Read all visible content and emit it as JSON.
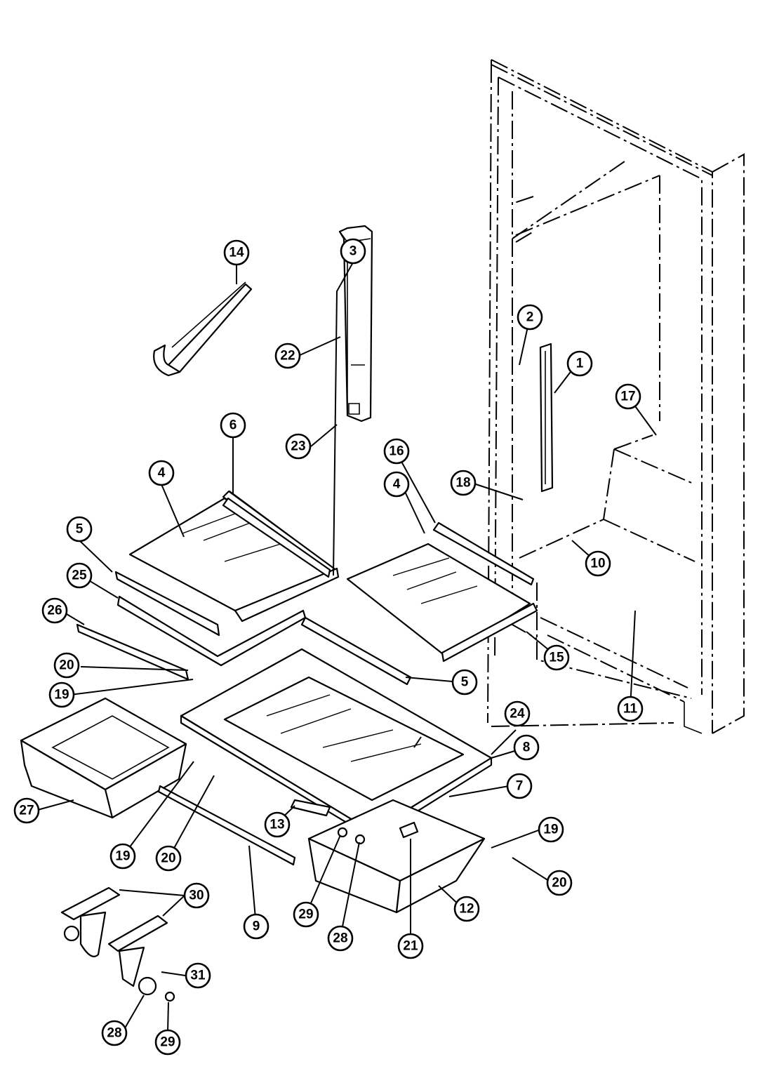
{
  "callouts": [
    {
      "id": "1",
      "label": "1"
    },
    {
      "id": "2",
      "label": "2"
    },
    {
      "id": "3",
      "label": "3"
    },
    {
      "id": "4a",
      "label": "4"
    },
    {
      "id": "4b",
      "label": "4"
    },
    {
      "id": "5a",
      "label": "5"
    },
    {
      "id": "5b",
      "label": "5"
    },
    {
      "id": "6",
      "label": "6"
    },
    {
      "id": "7",
      "label": "7"
    },
    {
      "id": "8",
      "label": "8"
    },
    {
      "id": "9",
      "label": "9"
    },
    {
      "id": "10",
      "label": "10"
    },
    {
      "id": "11",
      "label": "11"
    },
    {
      "id": "12",
      "label": "12"
    },
    {
      "id": "13",
      "label": "13"
    },
    {
      "id": "14",
      "label": "14"
    },
    {
      "id": "15",
      "label": "15"
    },
    {
      "id": "16",
      "label": "16"
    },
    {
      "id": "17",
      "label": "17"
    },
    {
      "id": "18",
      "label": "18"
    },
    {
      "id": "19a",
      "label": "19"
    },
    {
      "id": "19b",
      "label": "19"
    },
    {
      "id": "19c",
      "label": "19"
    },
    {
      "id": "20a",
      "label": "20"
    },
    {
      "id": "20b",
      "label": "20"
    },
    {
      "id": "20c",
      "label": "20"
    },
    {
      "id": "21",
      "label": "21"
    },
    {
      "id": "22",
      "label": "22"
    },
    {
      "id": "23",
      "label": "23"
    },
    {
      "id": "24",
      "label": "24"
    },
    {
      "id": "25",
      "label": "25"
    },
    {
      "id": "26",
      "label": "26"
    },
    {
      "id": "27",
      "label": "27"
    },
    {
      "id": "28a",
      "label": "28"
    },
    {
      "id": "28b",
      "label": "28"
    },
    {
      "id": "29a",
      "label": "29"
    },
    {
      "id": "29b",
      "label": "29"
    },
    {
      "id": "30",
      "label": "30"
    },
    {
      "id": "31",
      "label": "31"
    }
  ]
}
